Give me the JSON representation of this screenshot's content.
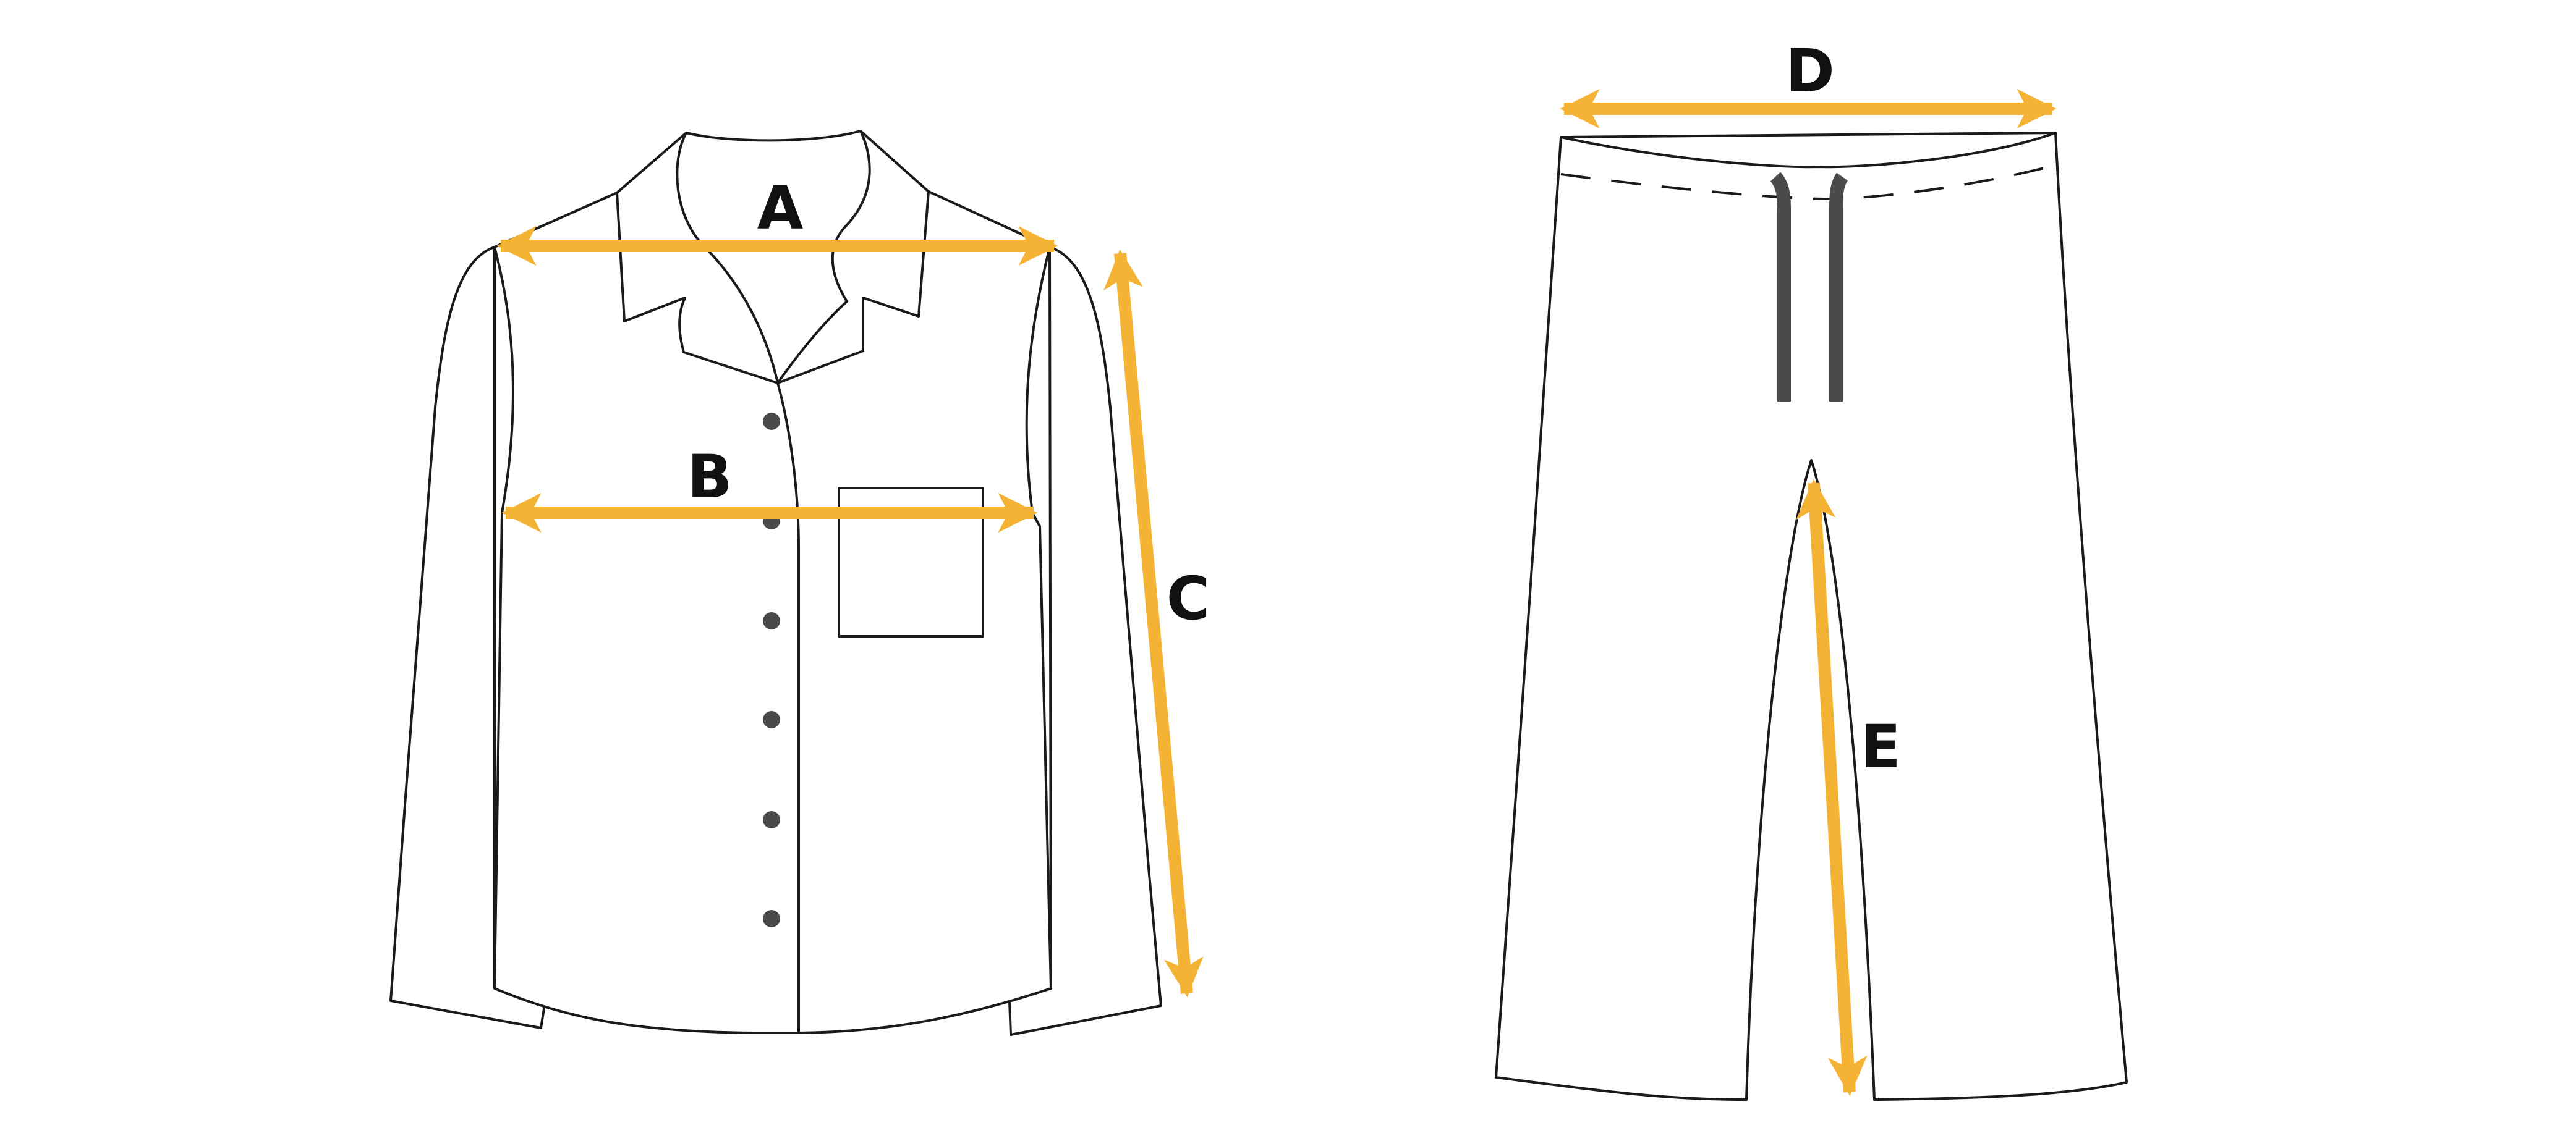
{
  "labels": {
    "a": "A",
    "b": "B",
    "c": "C",
    "d": "D",
    "e": "E"
  },
  "colors": {
    "arrow": "#F5B335",
    "outline": "#1A1A1A",
    "button": "#4A4A4A",
    "drawstring": "#4A4A4A",
    "background": "#FFFFFF"
  }
}
